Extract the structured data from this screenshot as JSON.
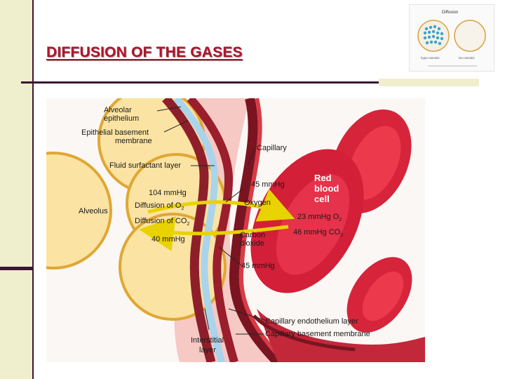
{
  "slide": {
    "title": "DIFFUSION OF THE GASES",
    "colors": {
      "title": "#b5122b",
      "rule": "#3d1535",
      "band": "#efefce"
    }
  },
  "thumbnail": {
    "title": "Diffusion",
    "left_caption": "hypo-osmotic",
    "right_caption": "iso-osmotic"
  },
  "diagram": {
    "alveolar_epithelium": "Alveolar epithelium",
    "epithelial_basement_membrane": "Epithelial basement membrane",
    "fluid_surfactant_layer": "Fluid surfactant layer",
    "alveolus": "Alveolus",
    "capillary": "Capillary",
    "red_blood_cell": "Red blood cell",
    "po2_alveolus": "104 mmHg",
    "diffusion_o2": "Diffusion of O",
    "diffusion_co2": "Diffusion of CO",
    "pco2_alveolus": "40 mmHg",
    "pco2_plasma": "45 mmHg",
    "oxygen": "Oxygen",
    "po2_rbc": "23 mmHg  O",
    "pco2_rbc": "46 mmHg  CO",
    "carbon_dioxide": "Carbon dioxide",
    "pco2_plasma_lower": "45 mmHg",
    "capillary_endothelium_layer": "Capillary endothelium layer",
    "capillary_basement_membrane": "Capillary basement membrane",
    "interstitial_layer": "Interstitial layer"
  }
}
